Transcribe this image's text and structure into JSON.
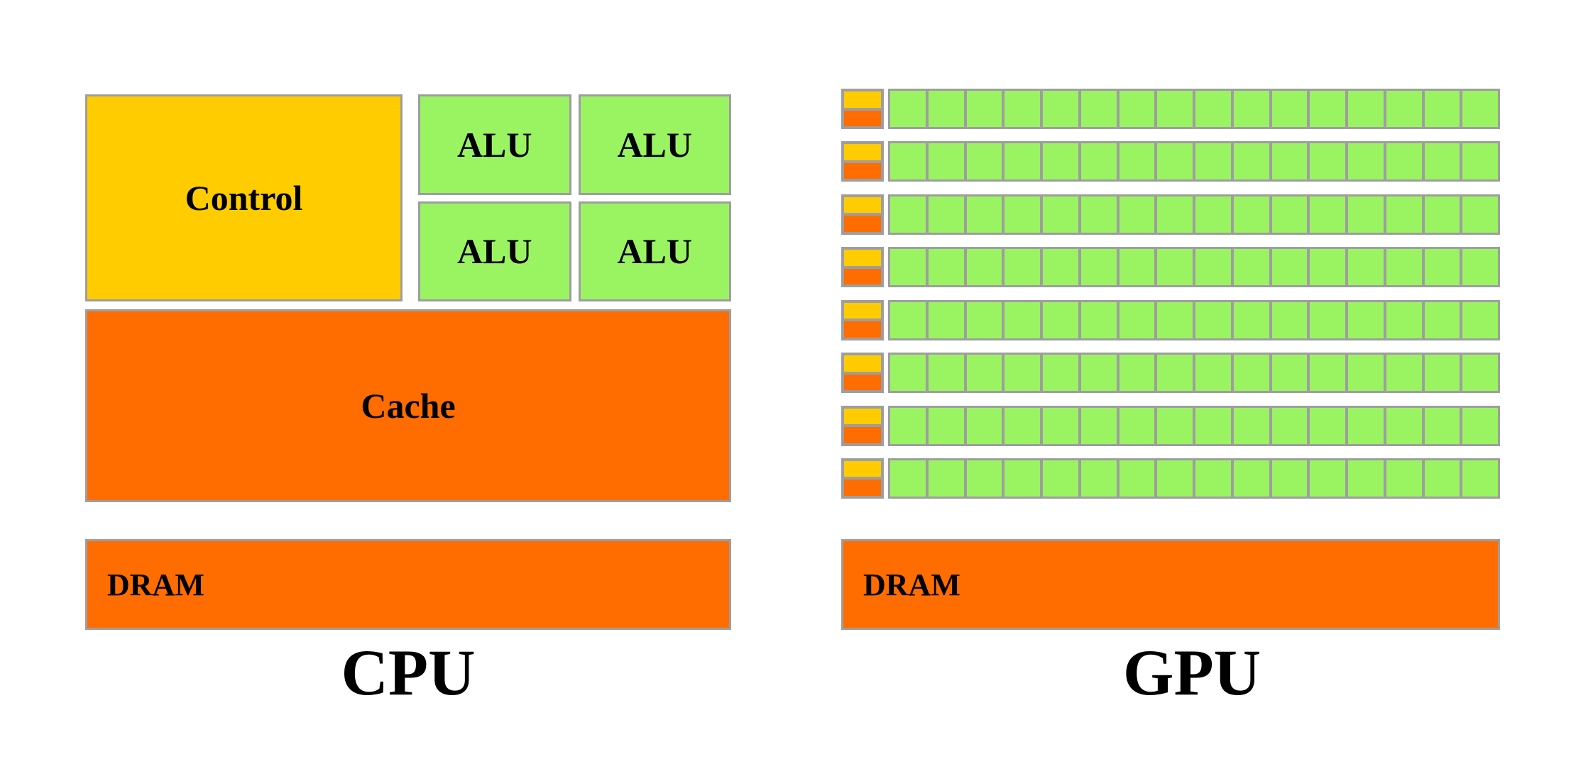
{
  "diagram": {
    "cpu": {
      "title": "CPU",
      "control_label": "Control",
      "alu_labels": [
        "ALU",
        "ALU",
        "ALU",
        "ALU"
      ],
      "cache_label": "Cache",
      "dram_label": "DRAM"
    },
    "gpu": {
      "title": "GPU",
      "dram_label": "DRAM",
      "core_row_count": 8,
      "cells_per_row": 16
    },
    "colors": {
      "yellow": "#FFCC00",
      "orange": "#FF6D00",
      "green": "#9AF462",
      "border": "#9E9E9E",
      "text": "#000000",
      "background": "#FFFFFF"
    }
  }
}
